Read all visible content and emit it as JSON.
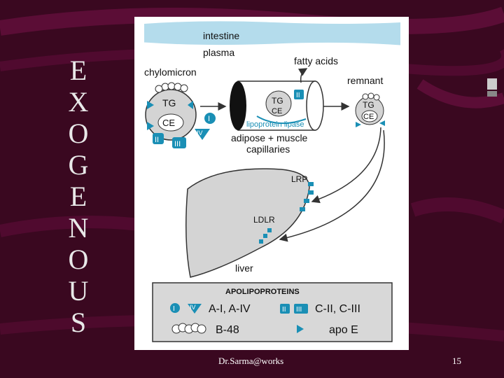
{
  "slide": {
    "vertical_title": [
      "E",
      "X",
      "O",
      "G",
      "E",
      "N",
      "O",
      "U",
      "S"
    ],
    "credit": "Dr.Sarma@works",
    "page_number": "15"
  },
  "diagram": {
    "intestine": "intestine",
    "plasma": "plasma",
    "chylomicron": "chylomicron",
    "fatty_acids": "fatty acids",
    "remnant": "remnant",
    "tg": "TG",
    "ce": "CE",
    "lipoprotein_lipase": "lipoprotein lipase",
    "adipose_muscle": "adipose + muscle",
    "capillaries": "capillaries",
    "lrp": "LRP",
    "ldlr": "LDLR",
    "liver": "liver",
    "roman_1": "I",
    "roman_2": "II",
    "roman_3": "III",
    "roman_4": "IV"
  },
  "legend": {
    "title": "APOLIPOPROTEINS",
    "a_group": "A-I, A-IV",
    "c_group": "C-II, C-III",
    "b48": "B-48",
    "apoe": "apo E"
  },
  "colors": {
    "background": "#3a0820",
    "apo_blue": "#1a8fb5",
    "light_blue": "#b4dcec",
    "gray_fill": "#d4d4d4"
  }
}
